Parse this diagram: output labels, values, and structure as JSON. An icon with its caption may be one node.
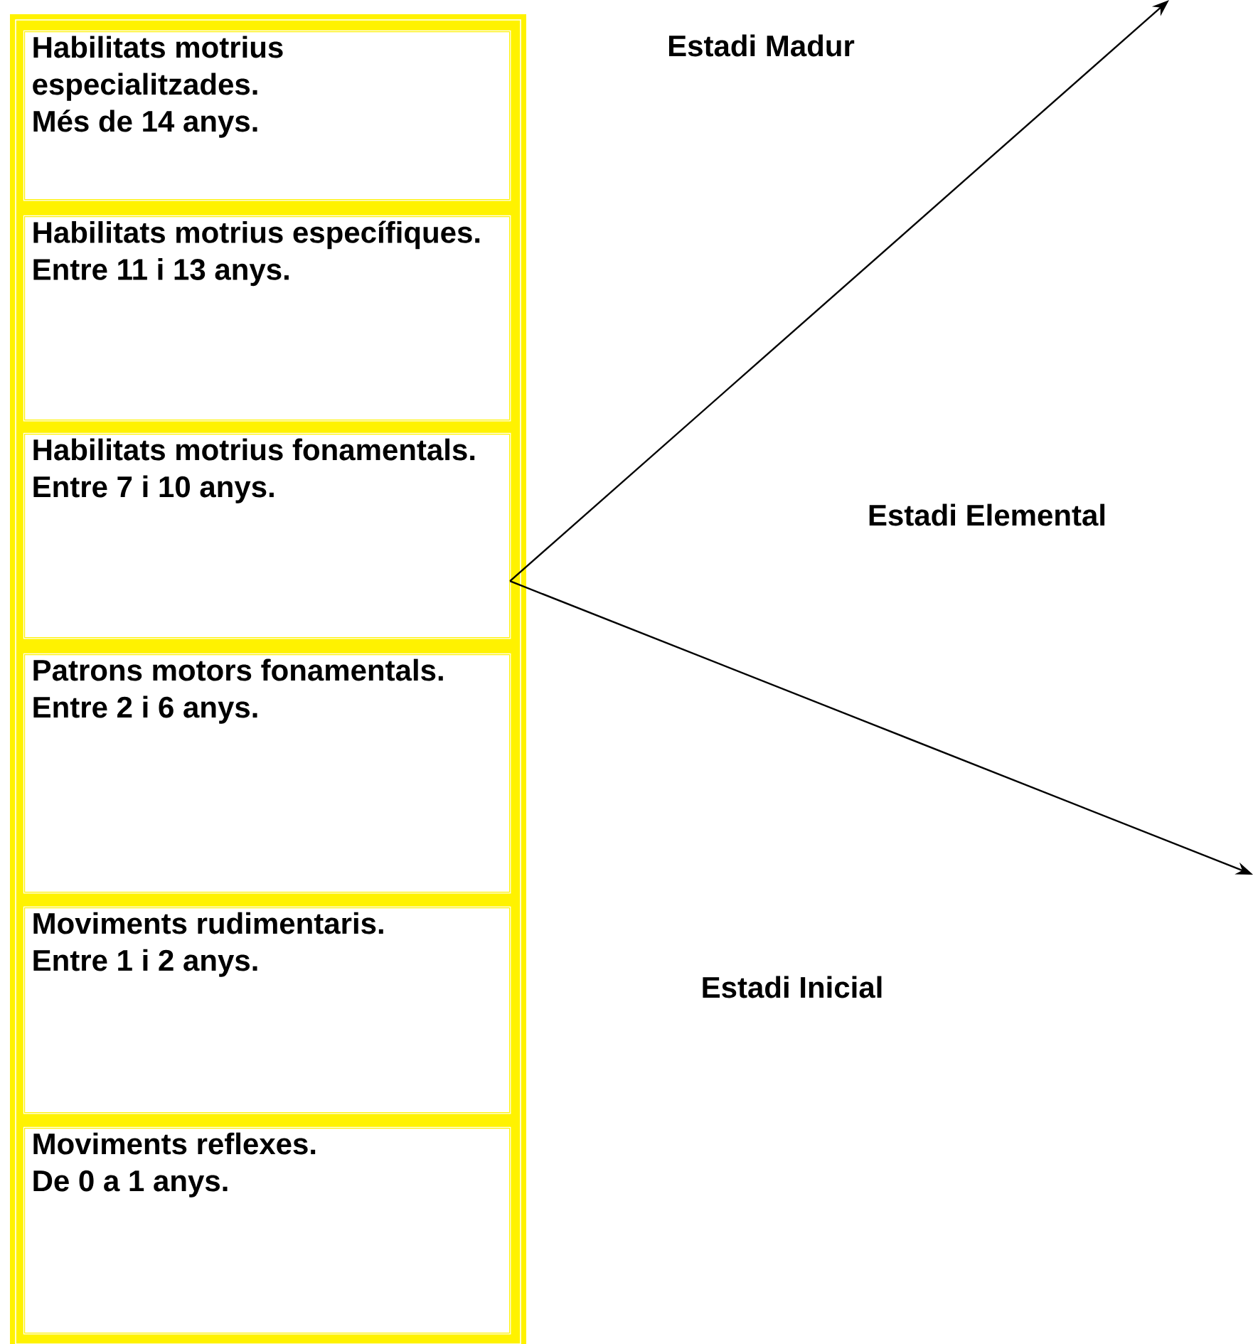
{
  "diagram": {
    "nodes": [
      {
        "text": [
          "Habilitats motrius especialitzades.",
          "Més de 14 anys."
        ]
      },
      {
        "text": [
          "Habilitats motrius específiques.",
          "Entre 11 i 13 anys."
        ]
      },
      {
        "text": [
          "Habilitats motrius fonamentals.",
          "Entre 7 i 10 anys."
        ]
      },
      {
        "text": [
          "Patrons motors fonamentals.",
          "Entre 2 i 6 anys."
        ]
      },
      {
        "text": [
          "Moviments rudimentaris.",
          "Entre 1 i 2 anys."
        ]
      },
      {
        "text": [
          "Moviments reflexes.",
          "De 0 a 1 anys."
        ]
      }
    ],
    "edges": [
      {
        "from": 2,
        "to": null,
        "arrow": "to"
      },
      {
        "from": 2,
        "to": null,
        "arrow": "to"
      }
    ],
    "labels": [
      "Estadi Madur",
      "Estadi Elemental",
      "Estadi Inicial"
    ]
  }
}
